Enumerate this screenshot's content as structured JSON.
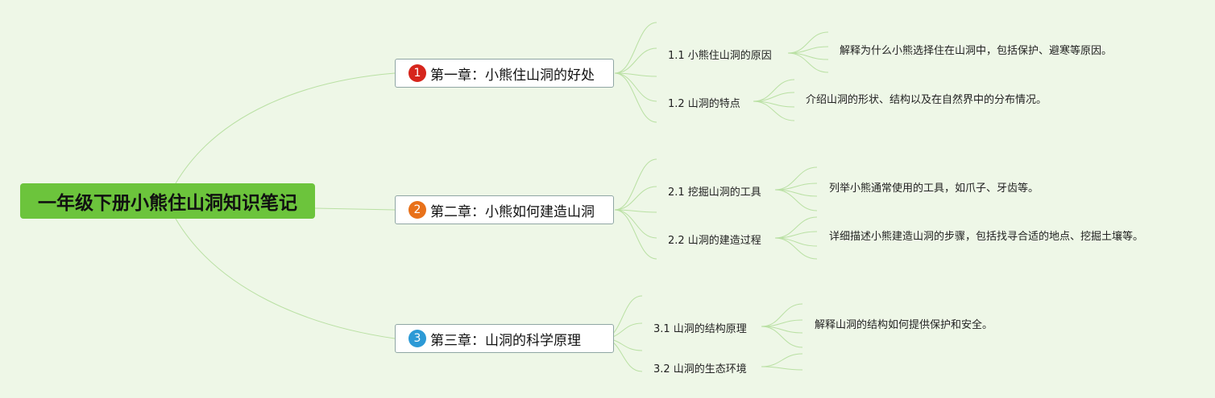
{
  "root": {
    "title": "一年级下册小熊住山洞知识笔记"
  },
  "chapters": [
    {
      "number": "1",
      "color": "#d6251c",
      "title": "第一章：小熊住山洞的好处",
      "sections": [
        {
          "title": "1.1 小熊住山洞的原因",
          "detail": "解释为什么小熊选择住在山洞中，包括保护、避寒等原因。"
        },
        {
          "title": "1.2 山洞的特点",
          "detail": "介绍山洞的形状、结构以及在自然界中的分布情况。"
        }
      ]
    },
    {
      "number": "2",
      "color": "#e8711a",
      "title": "第二章：小熊如何建造山洞",
      "sections": [
        {
          "title": "2.1 挖掘山洞的工具",
          "detail": "列举小熊通常使用的工具，如爪子、牙齿等。"
        },
        {
          "title": "2.2 山洞的建造过程",
          "detail": "详细描述小熊建造山洞的步骤，包括找寻合适的地点、挖掘土壤等。"
        }
      ]
    },
    {
      "number": "3",
      "color": "#2c9ad6",
      "title": "第三章：山洞的科学原理",
      "sections": [
        {
          "title": "3.1 山洞的结构原理",
          "detail": "解释山洞的结构如何提供保护和安全。"
        },
        {
          "title": "3.2 山洞的生态环境",
          "detail": ""
        }
      ]
    }
  ],
  "colors": {
    "background": "#eef7e7",
    "root_fill": "#6cc43c",
    "link": "#b9e0a3"
  }
}
